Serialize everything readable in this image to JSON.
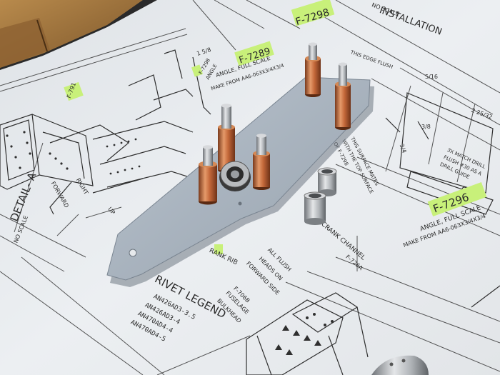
{
  "palette": {
    "paper": "#e9ecef",
    "ink": "#2e2e2e",
    "highlight": "#c8f07a",
    "plate": "#aeb8c3",
    "copper": "#c06a3c",
    "steel": "#b9bcc0",
    "wood": "#a9793f"
  },
  "labels": {
    "part_f7298": "F-7298",
    "part_f7289": "F-7289",
    "part_f7296": "F-7296",
    "part_f791": "F-791",
    "install": "INSTALLATION",
    "no_scale": "NO SCALE",
    "angle_full_scale": "ANGLE, FULL SCALE",
    "make_from_1": "MAKE FROM AA6-063X3/4X3/4",
    "make_from_2": "MAKE FROM AA6-063X3/4X3/4",
    "detail_a": "DETAIL- A",
    "forward": "FORWARD",
    "right": "RIGHT",
    "up": "UP",
    "bellcrank_channel": "BELLCRANK CHANNEL",
    "bellcrank_rib": "RANK RIB",
    "f726a": "F-726A",
    "all_flush": "ALL FLUSH",
    "heads_on": "HEADS ON",
    "forward_side": "FORWARD SIDE",
    "f706b": "F-706B",
    "fuselage": "FUSELAGE",
    "bulkhead": "BULKHEAD",
    "rivet_legend": "RIVET LEGEND",
    "rivet_1": "AN426AD3-3.5",
    "rivet_2": "AN426AD3-4",
    "rivet_3": "AN470AD4-4",
    "rivet_4": "AN470AD4-5",
    "surface_mates_1": "THIS SURFACE MATES",
    "surface_mates_2": "WITH THE TOP SURFACE",
    "surface_mates_3": "OF F-7298",
    "edge_flush": "THIS EDGE FLUSH",
    "match_drill_1": "3X MATCH DRILL",
    "match_drill_2": "FLUSH #30 AS A",
    "match_drill_3": "DRILL GUIDE",
    "dim_1": "3/4",
    "dim_2": "3/8",
    "dim_3": "5/16",
    "dim_4": "2 25/32",
    "dim_5": "1 5/8",
    "angle_lbl": "ANGLE",
    "ref_f7298": "F-7298"
  }
}
